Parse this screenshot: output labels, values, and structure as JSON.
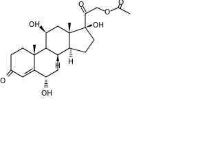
{
  "structure": {
    "labels": {
      "ring_ketone": "O",
      "oh_c11": "OH",
      "oh_c17": "OH",
      "oh_c6": "OH",
      "side_ketone": "O",
      "ester_o": "O",
      "acetyl_o": "O"
    },
    "stereo_hydrogen": "H",
    "colors": {
      "ink": "#000000",
      "background": "#ffffff"
    }
  }
}
